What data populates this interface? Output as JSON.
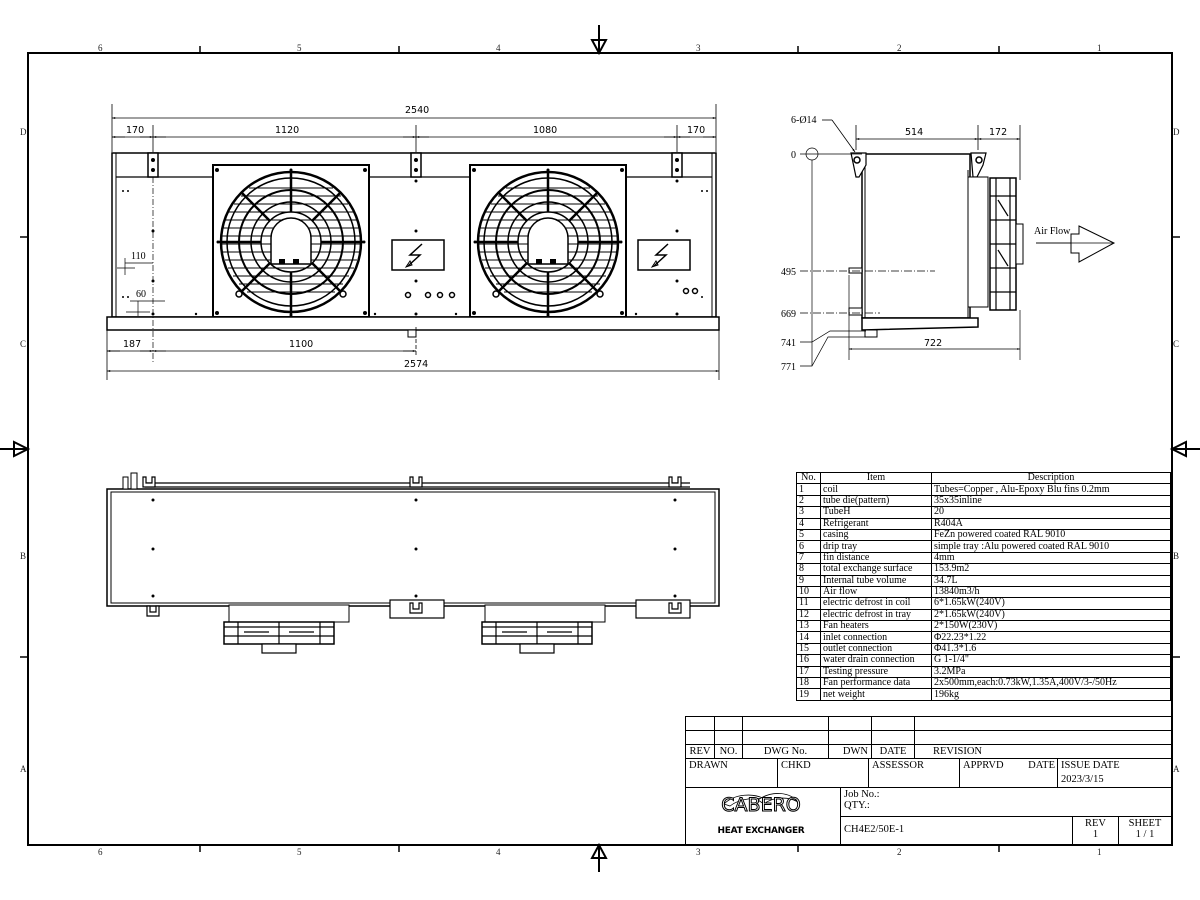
{
  "frame": {
    "zones_top": [
      "6",
      "5",
      "4",
      "3",
      "2",
      "1"
    ],
    "zones_bottom": [
      "6",
      "5",
      "4",
      "3",
      "2",
      "1"
    ],
    "zones_left": [
      "D",
      "C",
      "B",
      "A"
    ],
    "zones_right": [
      "D",
      "C",
      "B",
      "A"
    ]
  },
  "front_view": {
    "dims_top": {
      "overall": "2540",
      "left_end": "170",
      "span_left": "1120",
      "span_right": "1080",
      "right_end": "170"
    },
    "dims_bottom": {
      "left_offset": "187",
      "drain_span": "1100",
      "overall_tray": "2574"
    },
    "dims_side": {
      "d110": "110",
      "d60": "60"
    },
    "fans": [
      {
        "name": "fan-1"
      },
      {
        "name": "fan-2"
      }
    ]
  },
  "side_view": {
    "hole_label": "6-Ø14",
    "dim_depth": "514",
    "dim_fan": "172",
    "dim_total_depth": "722",
    "level_labels": [
      "0",
      "495",
      "669",
      "741",
      "771"
    ],
    "airflow_label": "Air Flow"
  },
  "spec_table": {
    "headers": {
      "no": "No.",
      "item": "Item",
      "description": "Description"
    },
    "rows": [
      {
        "no": "1",
        "item": "coil",
        "description": "Tubes=Copper , Alu-Epoxy Blu fins 0.2mm"
      },
      {
        "no": "2",
        "item": "tube die(pattern)",
        "description": "35x35inline"
      },
      {
        "no": "3",
        "item": "TubeH",
        "description": "20"
      },
      {
        "no": "4",
        "item": "Refrigerant",
        "description": "R404A"
      },
      {
        "no": "5",
        "item": "casing",
        "description": "FeZn powered coated RAL 9010"
      },
      {
        "no": "6",
        "item": "drip tray",
        "description": "simple tray :Alu powered coated RAL 9010"
      },
      {
        "no": "7",
        "item": "fin distance",
        "description": "4mm"
      },
      {
        "no": "8",
        "item": "total exchange surface",
        "description": "153.9m2"
      },
      {
        "no": "9",
        "item": "Internal tube volume",
        "description": "34.7L"
      },
      {
        "no": "10",
        "item": "Air flow",
        "description": "13840m3/h"
      },
      {
        "no": "11",
        "item": "electric defrost in coil",
        "description": "6*1.65kW(240V)"
      },
      {
        "no": "12",
        "item": "electric defrost in tray",
        "description": "2*1.65kW(240V)"
      },
      {
        "no": "13",
        "item": "Fan heaters",
        "description": "2*150W(230V)"
      },
      {
        "no": "14",
        "item": "inlet connection",
        "description": "Φ22.23*1.22"
      },
      {
        "no": "15",
        "item": "outlet connection",
        "description": "Φ41.3*1.6"
      },
      {
        "no": "16",
        "item": "water drain connection",
        "description": "G 1-1/4\""
      },
      {
        "no": "17",
        "item": "Testing pressure",
        "description": "3.2MPa"
      },
      {
        "no": "18",
        "item": "Fan performance data",
        "description": "2x500mm,each:0.73kW,1.35A,400V/3-/50Hz"
      },
      {
        "no": "19",
        "item": "net weight",
        "description": "196kg"
      }
    ]
  },
  "title_block": {
    "revision_headers": {
      "rev": "REV",
      "no": "NO.",
      "dwg_no": "DWG No.",
      "dwn": "DWN",
      "date": "DATE",
      "revision": "REVISION"
    },
    "drawn_label": "DRAWN",
    "chkd_label": "CHKD",
    "assessor_label": "ASSESSOR",
    "apprvd_label": "APPRVD",
    "date_label": "DATE",
    "issue_date_label": "ISSUE DATE",
    "issue_date_value": "2023/3/15",
    "logo_word": "CABERO",
    "logo_sub": "HEAT EXCHANGER",
    "job_no_label": "Job No.:",
    "qty_label": "QTY.:",
    "drawing_number": "CH4E2/50E-1",
    "rev_label": "REV",
    "rev_value": "1",
    "sheet_label": "SHEET",
    "sheet_value": "1 / 1"
  }
}
